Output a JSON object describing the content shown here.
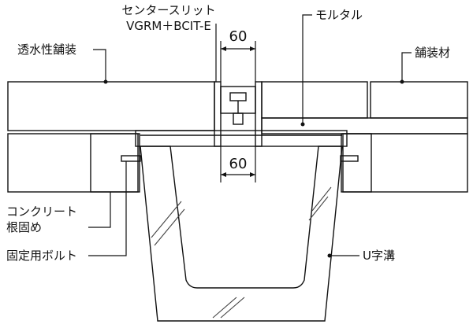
{
  "labels": {
    "center_slit_line1": "センタースリット",
    "center_slit_line2": "VGRM＋BCIT-E",
    "dim_top": "60",
    "dim_bottom": "60",
    "mortar": "モルタル",
    "permeable_paving": "透水性舗装",
    "paving_material": "舗装材",
    "concrete_line1": "コンクリート",
    "concrete_line2": "根固め",
    "fixing_bolt": "固定用ボルト",
    "u_trench": "U字溝"
  },
  "colors": {
    "permeable_fill": "#ecd9aa",
    "paving_fill": "#e5e5e5",
    "mortar_fill": "#cfcfcf",
    "base_fill": "#c9c9c9",
    "trench_fill": "#b9b9b9",
    "stroke": "#111111"
  }
}
